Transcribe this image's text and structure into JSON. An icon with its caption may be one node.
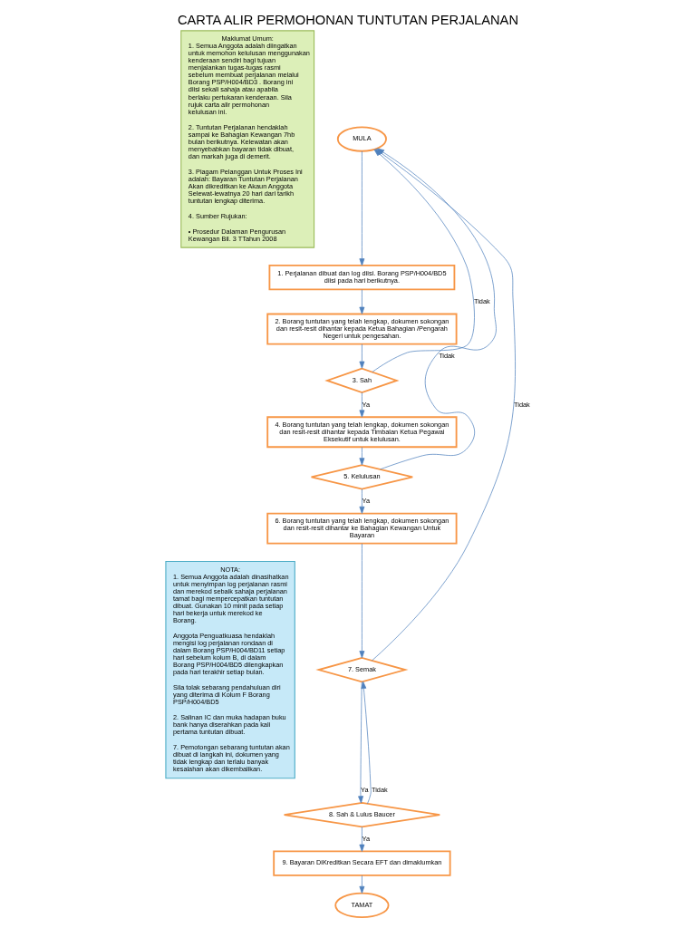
{
  "diagram": {
    "title": "CARTA ALIR PERMOHONAN TUNTUTAN PERJALANAN",
    "nodes": [
      {
        "text": [
          "Maklumat Umum:",
          "1. Semua Anggota adalah diingatkan untuk memohon kelulusan menggunakan kenderaan sendiri bagi tujuan menjalankan tugas-tugas rasmi sebelum membuat perjalanan melalui Borang PSP/H004/BD3 . Borang ini diisi sekali sahaja atau apabila berlaku pertukaran kenderaan. Sila rujuk carta alir permohonan kelulusan ini.",
          "2. Tuntutan Perjalanan hendaklah sampai ke Bahagian Kewangan 7hb bulan berikutnya. Kelewatan akan menyebabkan bayaran tidak dibuat, dan markah juga di demerit.",
          "3. Piagam Pelanggan Untuk Proses Ini adalah: Bayaran Tuntutan Perjalanan Akan dikreditkan ke Akaun Anggota Selewat-lewatnya 20 hari dari tarikh tuntutan lengkap diterima.",
          "4. Sumber Rujukan:",
          "• Prosedur Dalaman Pengurusan Kewangan Bil. 3 TTahun 2008"
        ]
      },
      {
        "text": [
          "NOTA:",
          "1. Semua Anggota adalah dinasihatkan untuk menyimpan log perjalanan rasmi dan merekod sebaik sahaja perjalanan tamat bagi mempercepatkan tuntutan dibuat. Gunakan 10 minit pada setiap hari bekerja untuk merekod ke Borang.",
          "Anggota Penguatkuasa hendaklah mengisi log perjalanan rondaan di dalam Borang PSP/H004/BD11 setiap hari sebelum kolum B, di dalam Borang PSP/H004/BD5 dilengkapkan pada hari terakhir setiap bulan.",
          "Sila tolak sebarang pendahuluan diri yang diterima di Kolum F Borang PSP/H004/BD5",
          "2. Salinan IC dan muka hadapan buku bank hanya diserahkan pada kali pertama tuntutan dibuat.",
          "7. Pemotongan sebarang tuntutan akan dibuat di langkah ini, dokumen yang tidak lengkap dan terlalu banyak kesalahan akan dikembalikan."
        ]
      },
      {
        "text": [
          "MULA"
        ]
      },
      {
        "text": [
          "1. Perjalanan dibuat dan log diisi. Borang PSP/H004/BD5 diisi pada hari berikutnya."
        ]
      },
      {
        "text": [
          "2. Borang tuntutan yang telah lengkap, dokumen sokongan dan resit-resit dihantar kepada Ketua Bahagian /Pengarah Negeri untuk pengesahan."
        ]
      },
      {
        "text": [
          "3. Sah"
        ]
      },
      {
        "text": [
          "4. Borang tuntutan yang telah lengkap, dokumen sokongan dan resit-resit dihantar kepada Timbalan Ketua Pegawai Eksekutif untuk kelulusan."
        ]
      },
      {
        "text": [
          "5. Kelulusan"
        ]
      },
      {
        "text": [
          "6. Borang tuntutan yang telah lengkap, dokumen sokongan dan resit-resit dihantar ke Bahagian Kewangan Untuk Bayaran"
        ]
      },
      {
        "text": [
          "7. Semak"
        ]
      },
      {
        "text": [
          "8. Sah & Lulus Baucer"
        ]
      },
      {
        "text": [
          "9. Bayaran DiKreditkan Secara EFT dan dimaklumkan"
        ]
      },
      {
        "text": [
          "TAMAT"
        ]
      }
    ],
    "edges": [
      {
        "from": 2,
        "to": 3,
        "arrow": "to"
      },
      {
        "from": 3,
        "to": 4,
        "arrow": "to"
      },
      {
        "from": 4,
        "to": 5,
        "arrow": "to"
      },
      {
        "from": 5,
        "to": 6,
        "arrow": "to",
        "label": "Ya"
      },
      {
        "from": 5,
        "to": 2,
        "arrow": "to",
        "label": "Tidak"
      },
      {
        "from": 6,
        "to": 7,
        "arrow": "to"
      },
      {
        "from": 7,
        "to": 8,
        "arrow": "to",
        "label": "Ya"
      },
      {
        "from": 7,
        "to": 2,
        "arrow": "to",
        "label": "Tidak"
      },
      {
        "from": 8,
        "to": 9,
        "arrow": "to"
      },
      {
        "from": 9,
        "to": 2,
        "arrow": "to",
        "label": "Tidak"
      },
      {
        "from": 9,
        "to": 10,
        "arrow": "to",
        "label": "Ya"
      },
      {
        "from": 10,
        "to": 9,
        "arrow": "to",
        "label": "Tidak"
      },
      {
        "from": 10,
        "to": 11,
        "arrow": "to",
        "label": "Ya"
      },
      {
        "from": 11,
        "to": 12,
        "arrow": "to"
      }
    ]
  }
}
